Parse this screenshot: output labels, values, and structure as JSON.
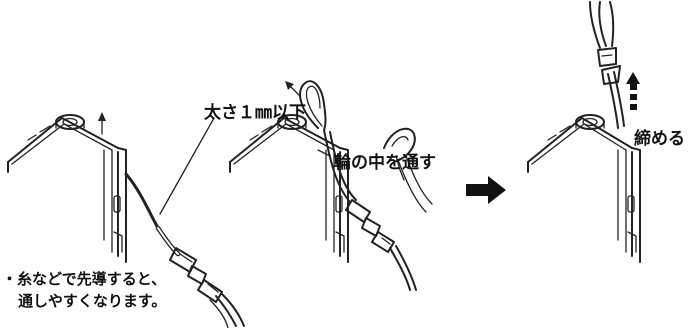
{
  "labels": {
    "thickness": "太さ１㎜以下",
    "through_loop": "輪の中を通す",
    "tighten": "締める"
  },
  "note": {
    "line1": "・糸などで先導すると、",
    "line2": "通しやすくなります。"
  },
  "colors": {
    "ink": "#222222",
    "background": "#ffffff"
  }
}
